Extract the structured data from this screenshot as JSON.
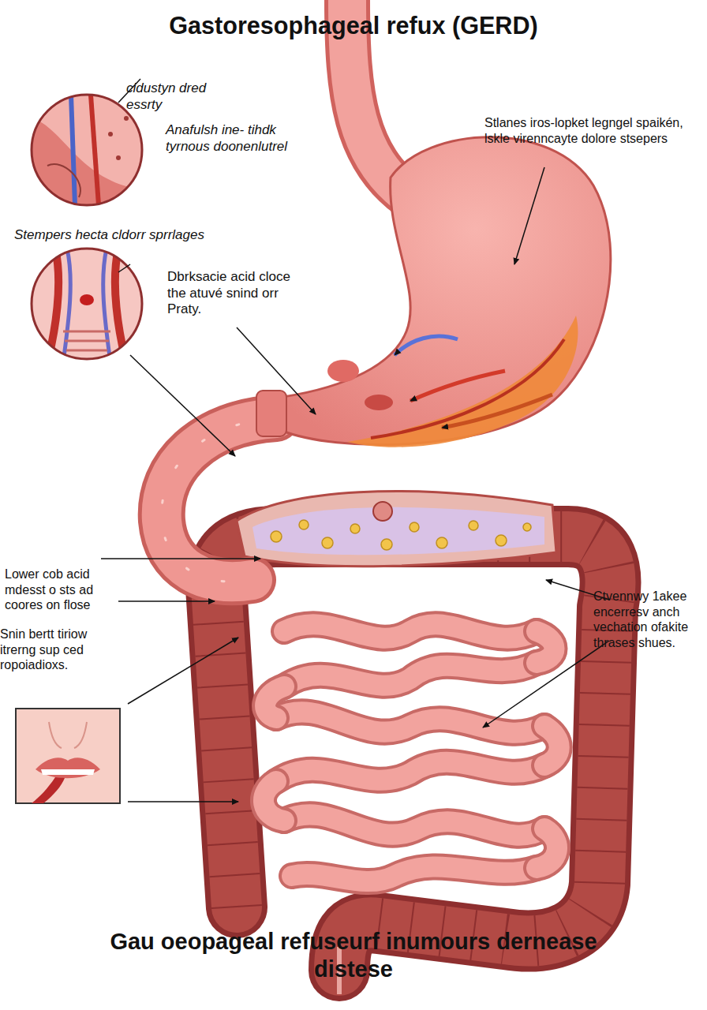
{
  "diagram": {
    "title": "Gastoresophageal refux (GERD)",
    "caption": "Gau oeopageal refuseurf inumours dernease distese",
    "labels": [
      "cidustyn dred essrty",
      "Anafulsh ine- tihdk tyrnous doonenlutrel",
      "Stlanes iros-lopket legngel spaikén, lskle virenncayte dolore stsepers",
      "Stempers hecta cldorr sprrlages",
      "Dbrksacie acid cloce the atuvé snind orr Praty.",
      "Lower cob acid mdesst o sts ad coores on flose",
      "Snin bertt tiriow itrerng sup ced ropoiadioxs.",
      "Ctvennwy 1akee encerresv anch vechation ofakite thrases shues."
    ]
  }
}
